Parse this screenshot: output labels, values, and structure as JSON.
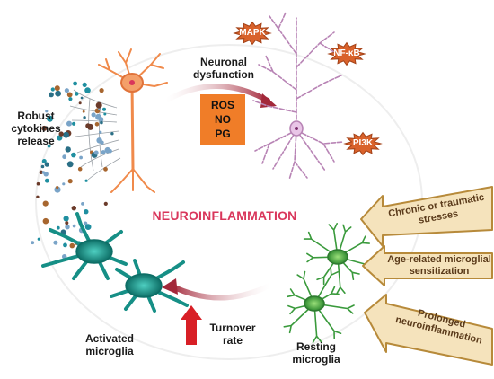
{
  "center_title": "NEUROINFLAMMATION",
  "labels": {
    "robust": "Robust\ncytokines\nrelease",
    "neuronal": "Neuronal\ndysfunction",
    "activated": "Activated\nmicroglia",
    "turnover": "Turnover\nrate",
    "resting": "Resting\nmicroglia"
  },
  "mediators": [
    "ROS",
    "NO",
    "PG"
  ],
  "badges": {
    "mapk": "MAPK",
    "nfkb": "NF-κB",
    "pi3k": "PI3K"
  },
  "factor_arrows": [
    "Chronic or traumatic\nstresses",
    "Age-related microglial\nsensitization",
    "Prolonged\nneuroinflammation"
  ],
  "colors": {
    "title": "#d9365b",
    "cycle_arrow": "#a3283a",
    "mediator_box": "#f07d28",
    "badge": "#d9622b",
    "activated_microglia": "#168f86",
    "resting_microglia": "#3a9a3c",
    "healthy_neuron": "#f08a4b",
    "damaged_neuron": "#b884b5",
    "factor_arrow_fill": "#f5e3bc",
    "factor_arrow_border": "#b78a3a",
    "turnover_arrow": "#d81f26"
  }
}
